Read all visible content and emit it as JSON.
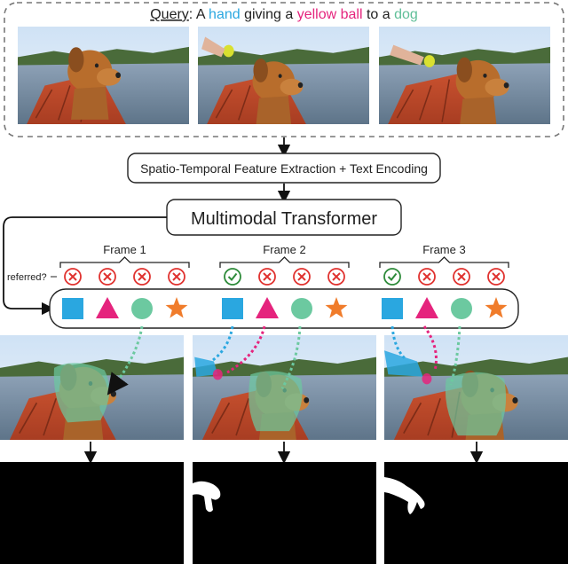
{
  "query": {
    "label": "Query",
    "colon": ":",
    "word1": " A ",
    "hand": "hand",
    "word2": " giving a ",
    "ball": "yellow ball",
    "word3": " to a ",
    "dog": "dog"
  },
  "colors": {
    "hand": "#2aa7e0",
    "ball": "#e5247d",
    "dog": "#5fbf98",
    "square": "#2aa7e0",
    "triangle": "#e5247d",
    "circle": "#6cc9a0",
    "star": "#f07c2b",
    "cross": "#e0322f",
    "check": "#2e8b3a"
  },
  "stages": {
    "feature_extraction": "Spatio-Temporal Feature Extraction + Text Encoding",
    "transformer": "Multimodal Transformer"
  },
  "referred_label": "referred?",
  "frames": [
    {
      "label": "Frame 1",
      "referred": [
        "cross",
        "cross",
        "cross",
        "cross"
      ]
    },
    {
      "label": "Frame 2",
      "referred": [
        "check",
        "cross",
        "cross",
        "cross"
      ]
    },
    {
      "label": "Frame 3",
      "referred": [
        "check",
        "cross",
        "cross",
        "cross"
      ]
    }
  ],
  "queries": [
    {
      "shape": "square",
      "icon": "square-query-icon"
    },
    {
      "shape": "triangle",
      "icon": "triangle-query-icon"
    },
    {
      "shape": "circle",
      "icon": "circle-query-icon"
    },
    {
      "shape": "star",
      "icon": "star-query-icon"
    }
  ]
}
